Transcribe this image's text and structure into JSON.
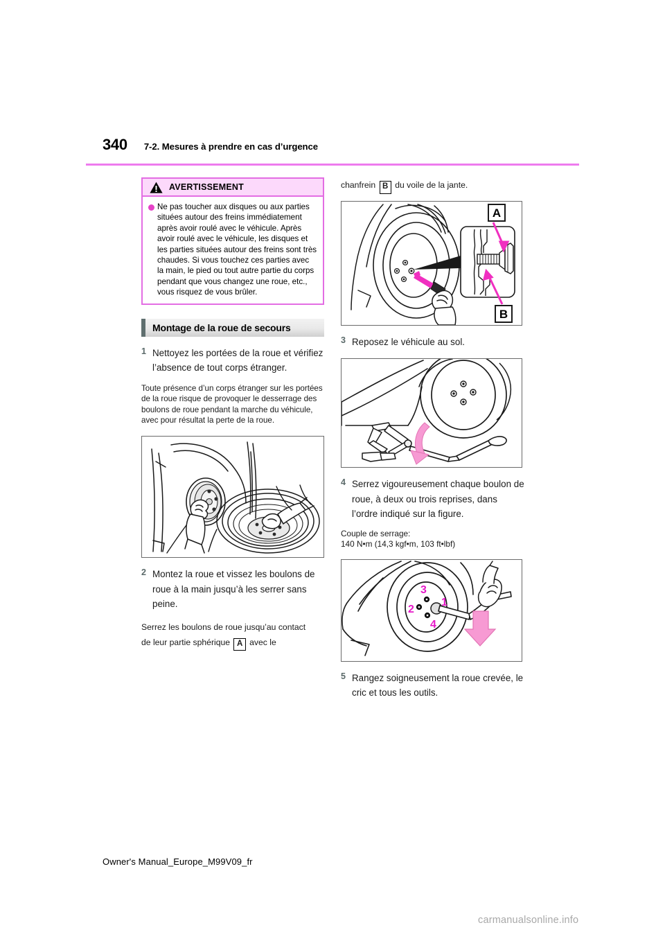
{
  "header": {
    "page_number": "340",
    "section_title": "7-2. Mesures à prendre en cas d’urgence",
    "rule_color": "#ee7bee"
  },
  "warning": {
    "label": "AVERTISSEMENT",
    "icon": "warning-triangle-icon",
    "bullet_color": "#e642c8",
    "border_color": "#e36de3",
    "head_bg": "#fcd9fb",
    "items": [
      "Ne pas toucher aux disques ou aux parties situées autour des freins immédiatement après avoir roulé avec le véhicule. Après avoir roulé avec le véhicule, les disques et les parties situées autour des freins sont très chaudes. Si vous touchez ces parties avec la main, le pied ou tout autre partie du corps pendant que vous changez une roue, etc., vous risquez de vous brûler."
    ]
  },
  "section": {
    "title": "Montage de la roue de secours"
  },
  "steps": {
    "s1": {
      "num": "1",
      "text": "Nettoyez les portées de la roue et vérifiez l’absence de tout corps étranger.",
      "note": "Toute présence d’un corps étranger sur les portées de la roue risque de provoquer le desserrage des boulons de roue pendant la marche du véhicule, avec pour résultat la perte de la roue."
    },
    "s2": {
      "num": "2",
      "text": "Montez la roue et vissez les boulons de roue à la main jusqu’à les serrer sans peine.",
      "note_part1": "Serrez les boulons de roue jusqu’au contact",
      "note_part2": "de leur partie sphérique",
      "callout_a": "A",
      "note_part3": "avec le",
      "note_part4": "chanfrein",
      "callout_b": "B",
      "note_part5": "du voile de la jante."
    },
    "s3": {
      "num": "3",
      "text": "Reposez le véhicule au sol."
    },
    "s4": {
      "num": "4",
      "text": "Serrez vigoureusement chaque boulon de roue, à deux ou trois reprises, dans l’ordre indiqué sur la figure.",
      "torque_label": "Couple de serrage:",
      "torque_value": "140 N•m (14,3 kgf•m, 103 ft•lbf)"
    },
    "s5": {
      "num": "5",
      "text": "Rangez soigneusement la roue crevée, le cric et tous les outils."
    }
  },
  "figures": {
    "fig_clean_hub": {
      "name": "cleaning-hub-and-wheel-illustration"
    },
    "fig_bolt_detail": {
      "name": "wheel-bolt-seating-detail-illustration",
      "callout_a": "A",
      "callout_b": "B",
      "accent_color": "#f02fc0"
    },
    "fig_jack_lower": {
      "name": "lowering-jack-illustration",
      "arrow_color": "#f79ad3"
    },
    "fig_tighten_order": {
      "name": "bolt-tightening-order-illustration",
      "order_labels": [
        "1",
        "2",
        "3",
        "4"
      ],
      "label_color": "#e619c8",
      "arrow_color": "#f79ad3"
    }
  },
  "footer": {
    "manual_id": "Owner's Manual_Europe_M99V09_fr",
    "watermark": "carmanualsonline.info"
  }
}
